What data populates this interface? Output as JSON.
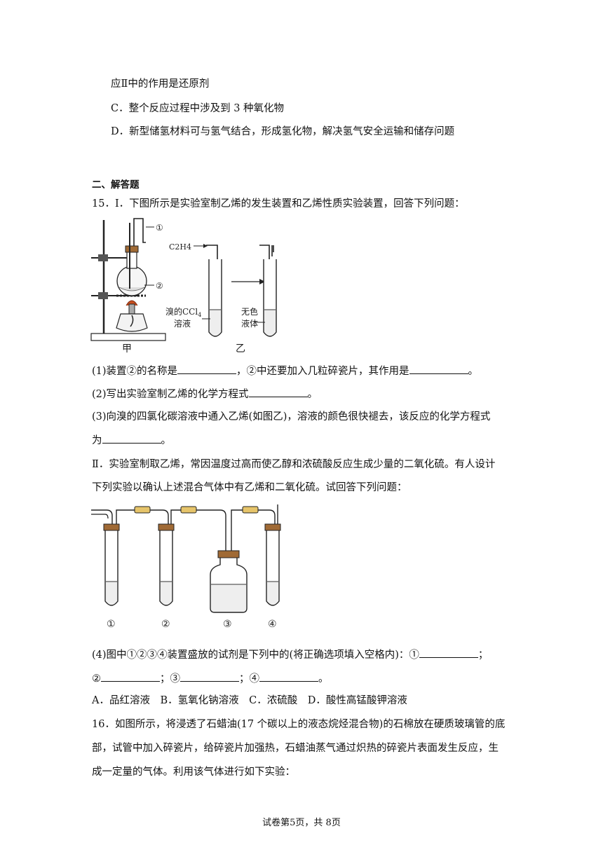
{
  "options": {
    "b_cont": "应Ⅱ中的作用是还原剂",
    "c": "C．整个反应过程中涉及到 3 种氧化物",
    "d": "D．新型储氢材料可与氢气结合，形成氢化物，解决氢气安全运输和储存问题"
  },
  "section": {
    "title": "二、解答题"
  },
  "q15": {
    "intro": "15．Ⅰ．下图所示是实验室制乙烯的发生装置和乙烯性质实验装置，回答下列问题：",
    "fig1": {
      "label_1": "①",
      "label_2": "②",
      "gas": "C2H4",
      "reagent_line1": "溴的CCl",
      "reagent_sub": "4",
      "reagent_line2": "溶液",
      "result_line1": "无色",
      "result_line2": "液体",
      "caption_left": "甲",
      "caption_right": "乙"
    },
    "q1_a": "(1)装置②的名称是",
    "q1_b": "，②中还要加入几粒碎瓷片，其作用是",
    "q1_c": "。",
    "q2_a": "(2)写出实验室制乙烯的化学方程式",
    "q2_b": "。",
    "q3_a": "(3)向溴的四氯化碳溶液中通入乙烯(如图乙)，溶液的颜色很快褪去，该反应的化学方程式",
    "q3_b": "为",
    "q3_c": "。",
    "part2_l1": "Ⅱ．实验室制取乙烯，常因温度过高而使乙醇和浓硫酸反应生成少量的二氧化硫。有人设计",
    "part2_l2": "下列实验以确认上述混合气体中有乙烯和二氧化硫。试回答下列问题：",
    "fig2": {
      "labels": [
        "①",
        "②",
        "③",
        "④"
      ]
    },
    "q4_a": "(4)图中①②③④装置盛放的试剂是下列中的(将正确选项填入空格内)：①",
    "q4_b": "；",
    "q4_c": "②",
    "q4_d": "；③",
    "q4_e": "；④",
    "q4_f": "。",
    "choices": "A．品红溶液　B．氢氧化钠溶液　C．浓硫酸　D．酸性高锰酸钾溶液"
  },
  "q16": {
    "l1": "16．如图所示，将浸透了石蜡油(17 个碳以上的液态烷烃混合物)的石棉放在硬质玻璃管的底",
    "l2": "部，试管中加入碎瓷片，给碎瓷片加强热，石蜡油蒸气通过炽热的碎瓷片表面发生反应，生",
    "l3": "成一定量的气体。利用该气体进行如下实验："
  },
  "footer": "试卷第5页，共 8页"
}
